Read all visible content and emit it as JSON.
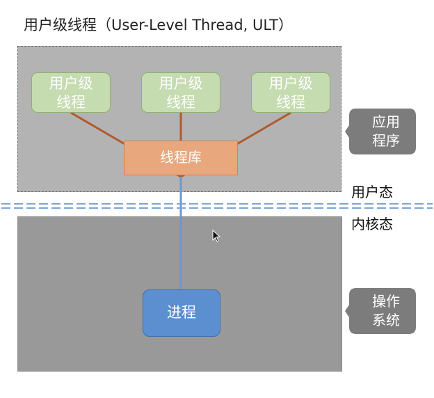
{
  "title": "用户级线程（User-Level Thread, ULT）",
  "user_space": {
    "threads": [
      {
        "line1": "用户级",
        "line2": "线程"
      },
      {
        "line1": "用户级",
        "line2": "线程"
      },
      {
        "line1": "用户级",
        "line2": "线程"
      }
    ],
    "library_label": "线程库"
  },
  "kernel_space": {
    "process_label": "进程"
  },
  "callouts": {
    "application": {
      "line1": "应用",
      "line2": "程序"
    },
    "os": {
      "line1": "操作",
      "line2": "系统"
    }
  },
  "states": {
    "user_mode": "用户态",
    "kernel_mode": "内核态"
  },
  "colors": {
    "thread_fill": "#c5dbb0",
    "library_fill": "#e8a77c",
    "process_fill": "#5b8fd0",
    "thread_link": "#b05a2e",
    "process_link": "#6a98d0",
    "boundary": "#7aa6d6",
    "callout_fill": "#7c7c7c"
  }
}
